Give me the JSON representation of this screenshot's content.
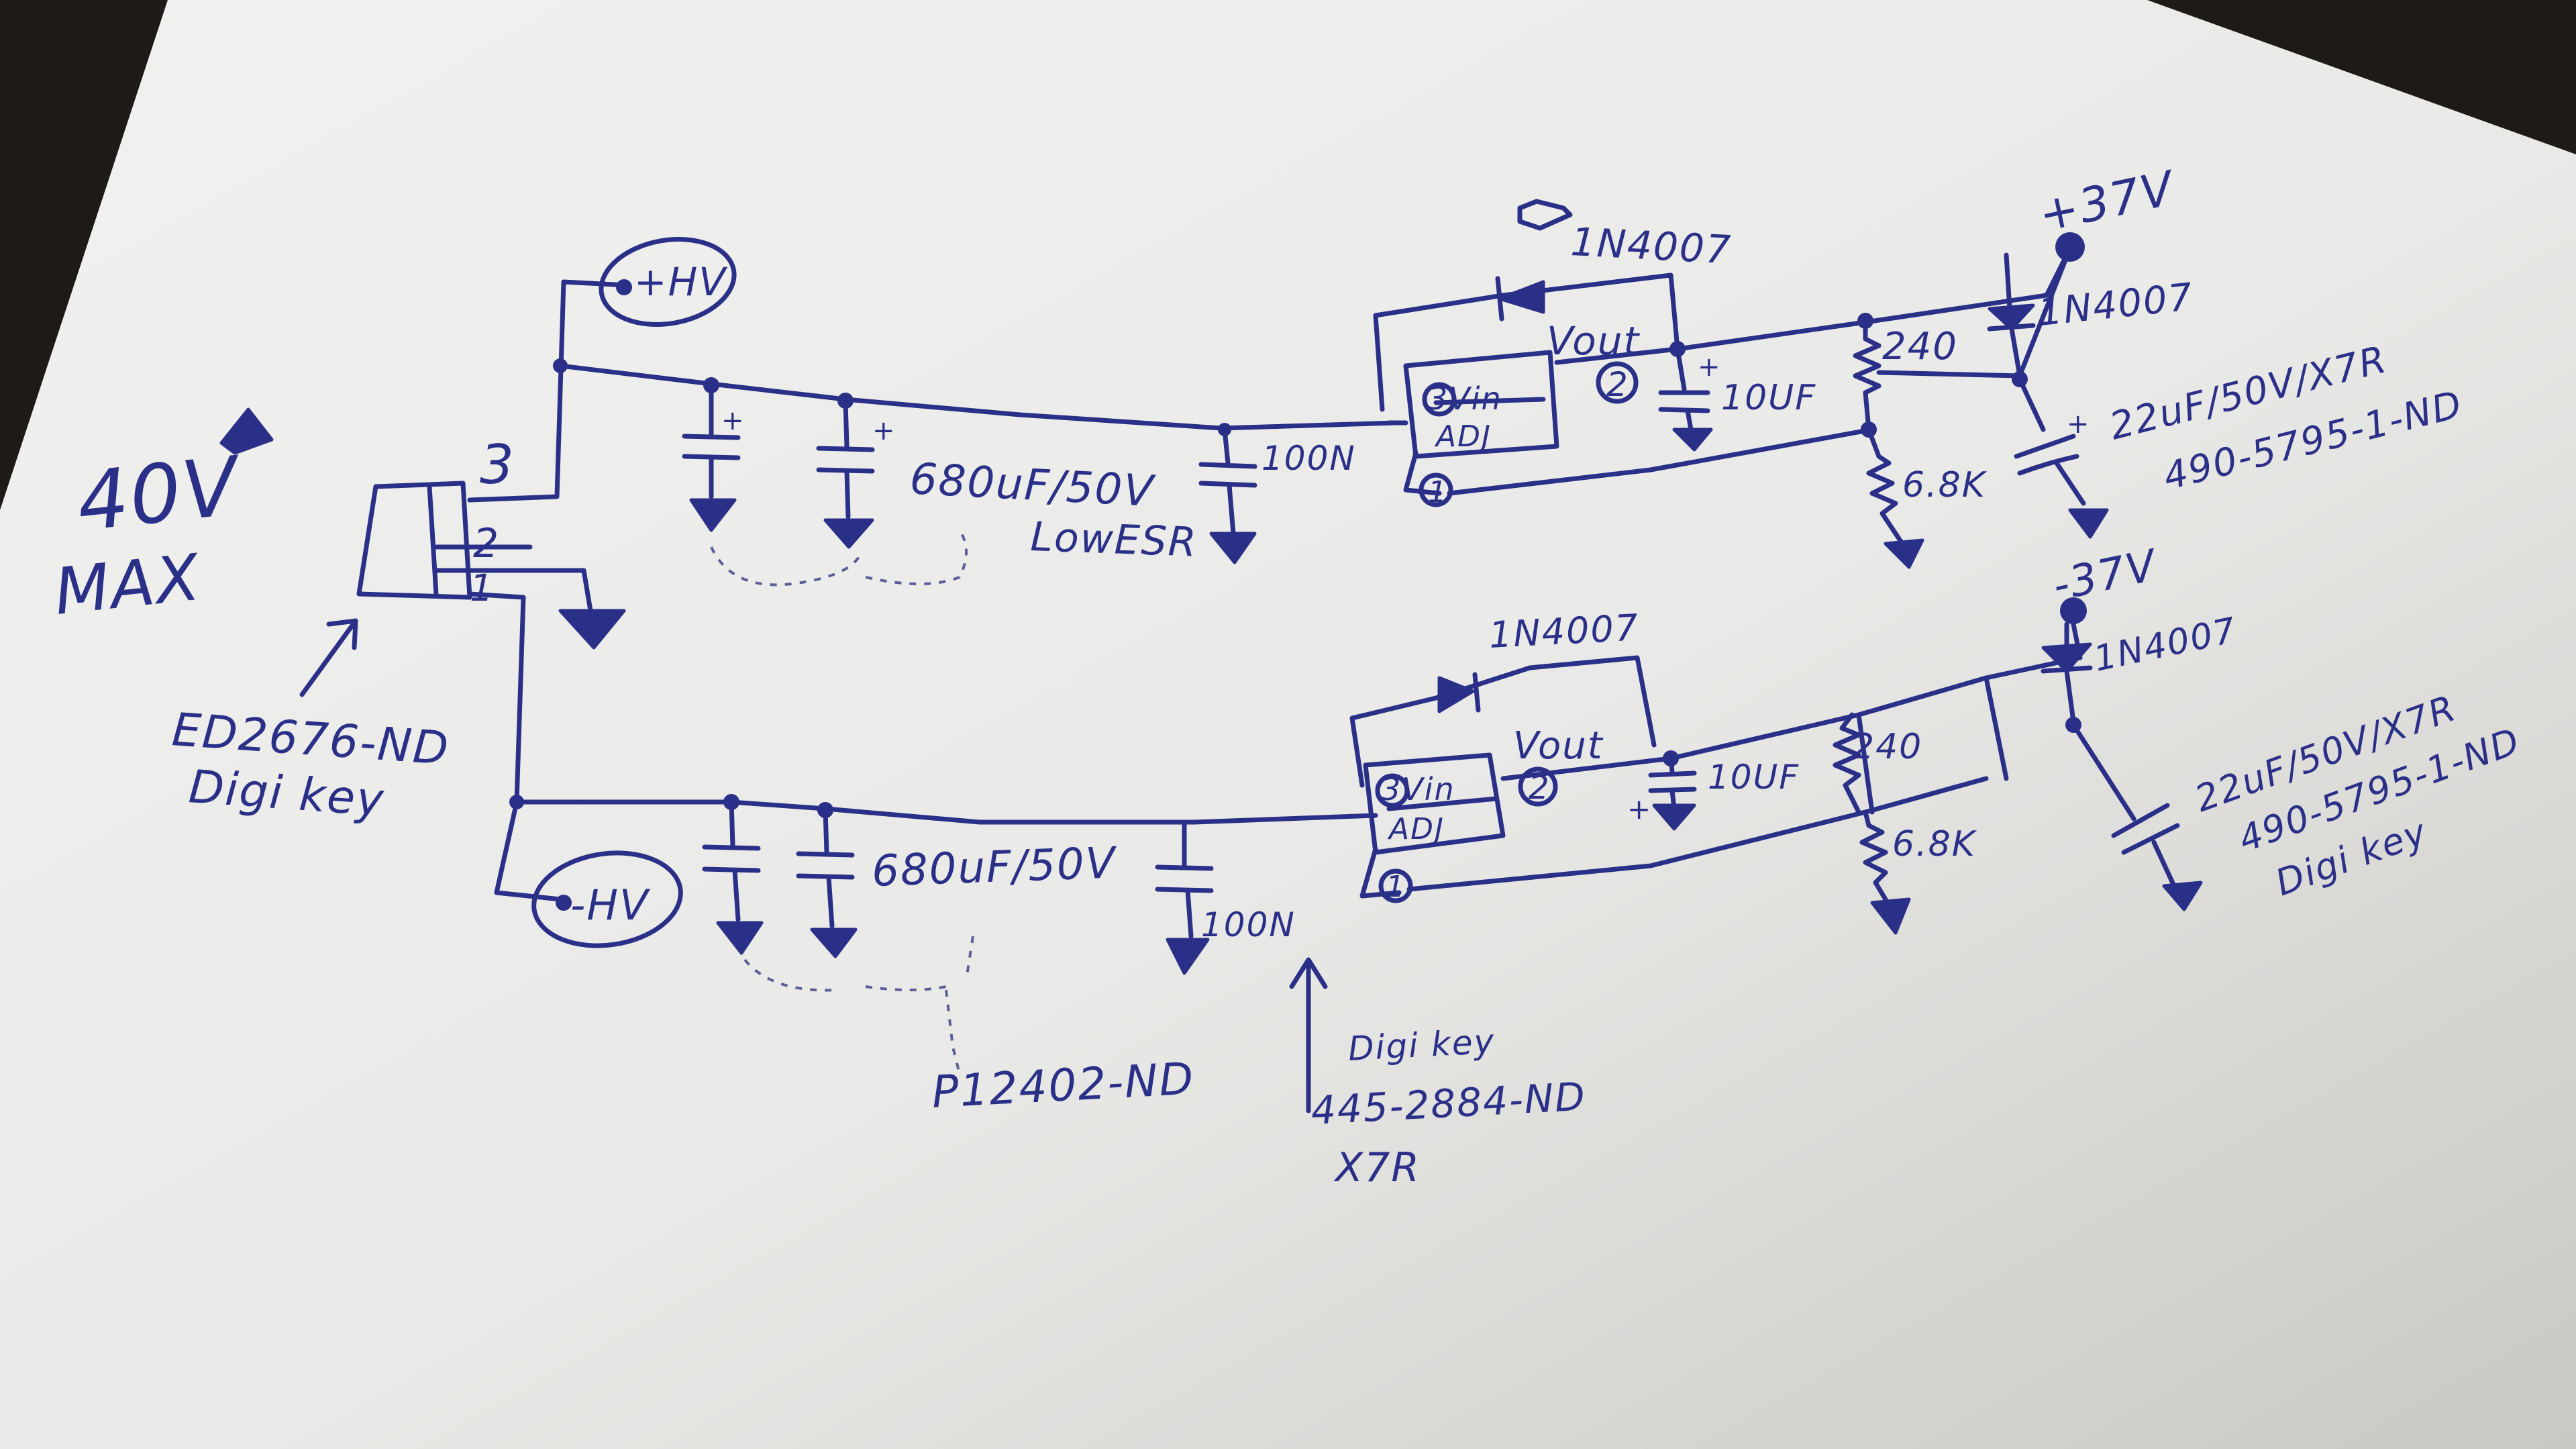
{
  "colors": {
    "ink": "#2a2f88",
    "paper": "#e8e8e6",
    "background": "#1e1a15"
  },
  "labels": {
    "max_rating": "40V",
    "max_rating_sub": "MAX",
    "connector_part": "ED2676-ND",
    "connector_vendor": "Digi key",
    "pin_3": "3",
    "pin_2": "2",
    "pin_1": "1",
    "pos_hv": "+HV",
    "neg_hv": "-HV",
    "top": {
      "bulk_cap": "680uF/50V",
      "bulk_cap_note": "LowESR",
      "bypass_cap": "100N",
      "reg_in": "3Vin",
      "reg_adj": "ADJ",
      "reg_adj_pin": "1",
      "reg_vout": "Vout",
      "reg_vout_pin": "2",
      "diode_top": "1N4007",
      "out_cap": "10UF",
      "r_top": "240",
      "r_bottom": "6.8K",
      "out_voltage": "+37V",
      "diode_out": "1N4007",
      "out_cap2": "22uF/50V/X7R",
      "out_cap2_part": "490-5795-1-ND",
      "cap_plus": "+"
    },
    "bottom": {
      "bulk_cap": "680uF/50V",
      "bypass_cap": "100N",
      "reg_in": "3Vin",
      "reg_adj": "ADJ",
      "reg_adj_pin": "1",
      "reg_vout": "Vout",
      "reg_vout_pin": "2",
      "diode_top": "1N4007",
      "out_cap": "10UF",
      "r_top": "240",
      "r_bottom": "6.8K",
      "out_voltage": "-37V",
      "diode_out": "1N4007",
      "out_cap2": "22uF/50V/X7R",
      "out_cap2_part": "490-5795-1-ND",
      "out_cap2_vendor": "Digi key",
      "cap_plus": "+"
    },
    "bulk_cap_part": "P12402-ND",
    "bypass_vendor": "Digi key",
    "bypass_part": "445-2884-ND",
    "bypass_type": "X7R"
  }
}
